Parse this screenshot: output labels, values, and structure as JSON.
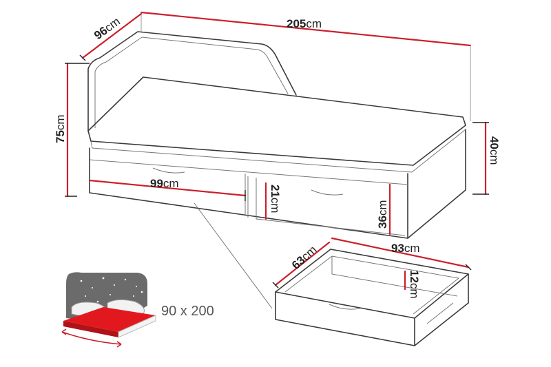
{
  "colors": {
    "dimension": "#cc1f2a",
    "outline": "#3a3a3a",
    "mattress": "#e1191e",
    "headboard_thumb": "#6b6b6b"
  },
  "dimensions": {
    "depth": {
      "value": "96",
      "unit": "cm"
    },
    "length": {
      "value": "205",
      "unit": "cm"
    },
    "total_height": {
      "value": "75",
      "unit": "cm"
    },
    "bed_height": {
      "value": "40",
      "unit": "cm"
    },
    "drawer_width_front": {
      "value": "99",
      "unit": "cm"
    },
    "drawer_front_height": {
      "value": "21",
      "unit": "cm"
    },
    "frame_height": {
      "value": "36",
      "unit": "cm"
    },
    "drawer_depth": {
      "value": "63",
      "unit": "cm"
    },
    "drawer_width": {
      "value": "93",
      "unit": "cm"
    },
    "drawer_inner_height": {
      "value": "12",
      "unit": "cm"
    }
  },
  "mattress_size": "90 x 200"
}
